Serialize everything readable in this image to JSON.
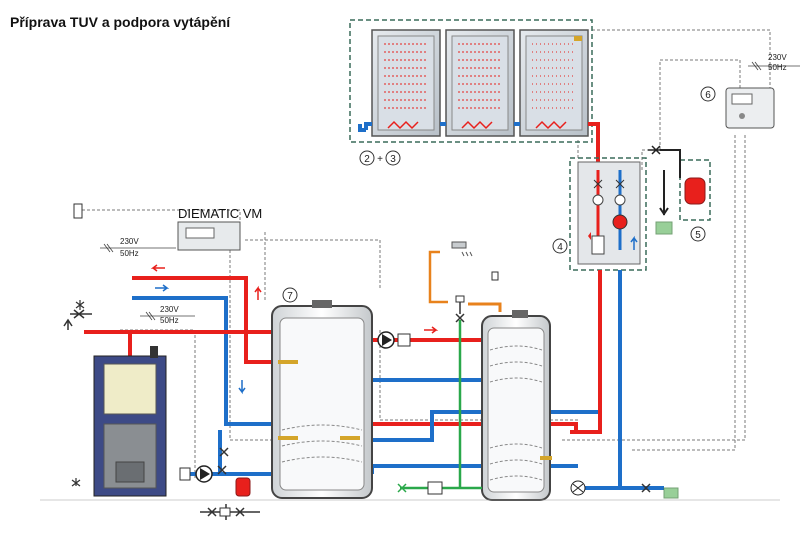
{
  "title": "Příprava TUV a podpora vytápění",
  "controller_name": "DIEMATIC VM",
  "power_labels": {
    "voltage": "230V",
    "frequency": "50Hz"
  },
  "callouts": {
    "collectors_a": "2",
    "collectors_plus": "+",
    "collectors_b": "3",
    "pump_station": "4",
    "expansion_vessel": "5",
    "solar_controller": "6",
    "buffer_tank": "7"
  },
  "colors": {
    "hot": "#e8201c",
    "cold": "#1e6fc9",
    "gas": "#e8821c",
    "glycol": "#2aa84a",
    "frame": "#3a6b5a",
    "cable": "#777777"
  }
}
